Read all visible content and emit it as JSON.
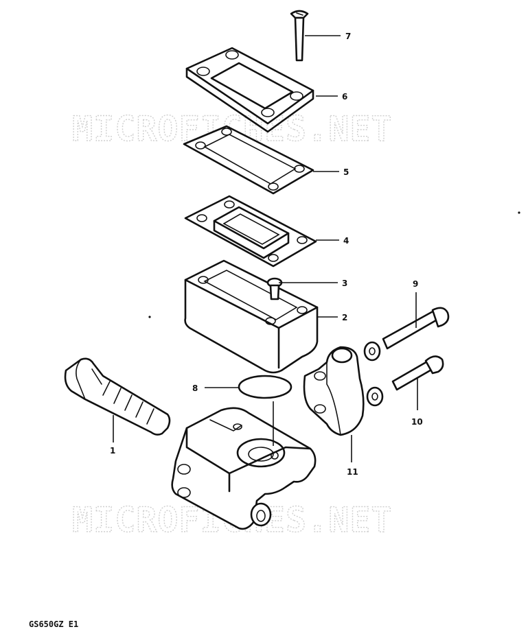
{
  "watermark": "MICROFICHES.NET",
  "drawing_code": "GS650GZ E1",
  "callouts": [
    {
      "id": "1",
      "label": "1"
    },
    {
      "id": "2",
      "label": "2"
    },
    {
      "id": "3",
      "label": "3"
    },
    {
      "id": "4",
      "label": "4"
    },
    {
      "id": "5",
      "label": "5"
    },
    {
      "id": "6",
      "label": "6"
    },
    {
      "id": "7",
      "label": "7"
    },
    {
      "id": "8",
      "label": "8"
    },
    {
      "id": "9",
      "label": "9"
    },
    {
      "id": "10",
      "label": "10"
    },
    {
      "id": "11",
      "label": "11"
    }
  ]
}
